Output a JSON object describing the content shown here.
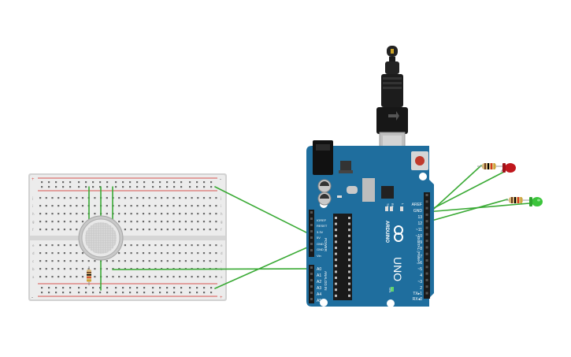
{
  "arduino": {
    "brand": "ARDUINO",
    "model": "UNO",
    "on_label": "ON",
    "power_header_label": "POWER",
    "analog_header_label": "ANALOG IN",
    "digital_header_label": "DIGITAL (PWM~)",
    "tx_led_label": "TX",
    "rx_led_label": "RX",
    "l_led_label": "L",
    "power_pins": [
      "IOREF",
      "RESET",
      "3.3V",
      "5V",
      "GND",
      "GND",
      "Vin"
    ],
    "analog_pins": [
      "A0",
      "A1",
      "A2",
      "A3",
      "A4",
      "A5"
    ],
    "digital_pins": [
      "AREF",
      "GND",
      "13",
      "12",
      "~11",
      "~10",
      "~9",
      "8",
      "7",
      "~6",
      "~5",
      "4",
      "~3",
      "2",
      "TX▸1",
      "RX◂0"
    ]
  },
  "breadboard": {
    "row_letters_top": [
      "j",
      "i",
      "h",
      "g",
      "f"
    ],
    "row_letters_bottom": [
      "e",
      "d",
      "c",
      "b",
      "a"
    ],
    "plus_sign": "+",
    "minus_sign": "-"
  },
  "components": {
    "gas_sensor": "gas-sensor",
    "resistor_red": "resistor-red-led",
    "resistor_green": "resistor-green-led",
    "led_red": "red-led",
    "led_green": "green-led",
    "usb_cable": "usb-cable"
  },
  "colors": {
    "board_teal": "#1f6e9e",
    "wire_green": "#3aaa35",
    "breadboard_bg": "#ececec",
    "rail_red": "#d9534f",
    "led_red": "#c0171d",
    "led_green": "#3bc43b"
  }
}
